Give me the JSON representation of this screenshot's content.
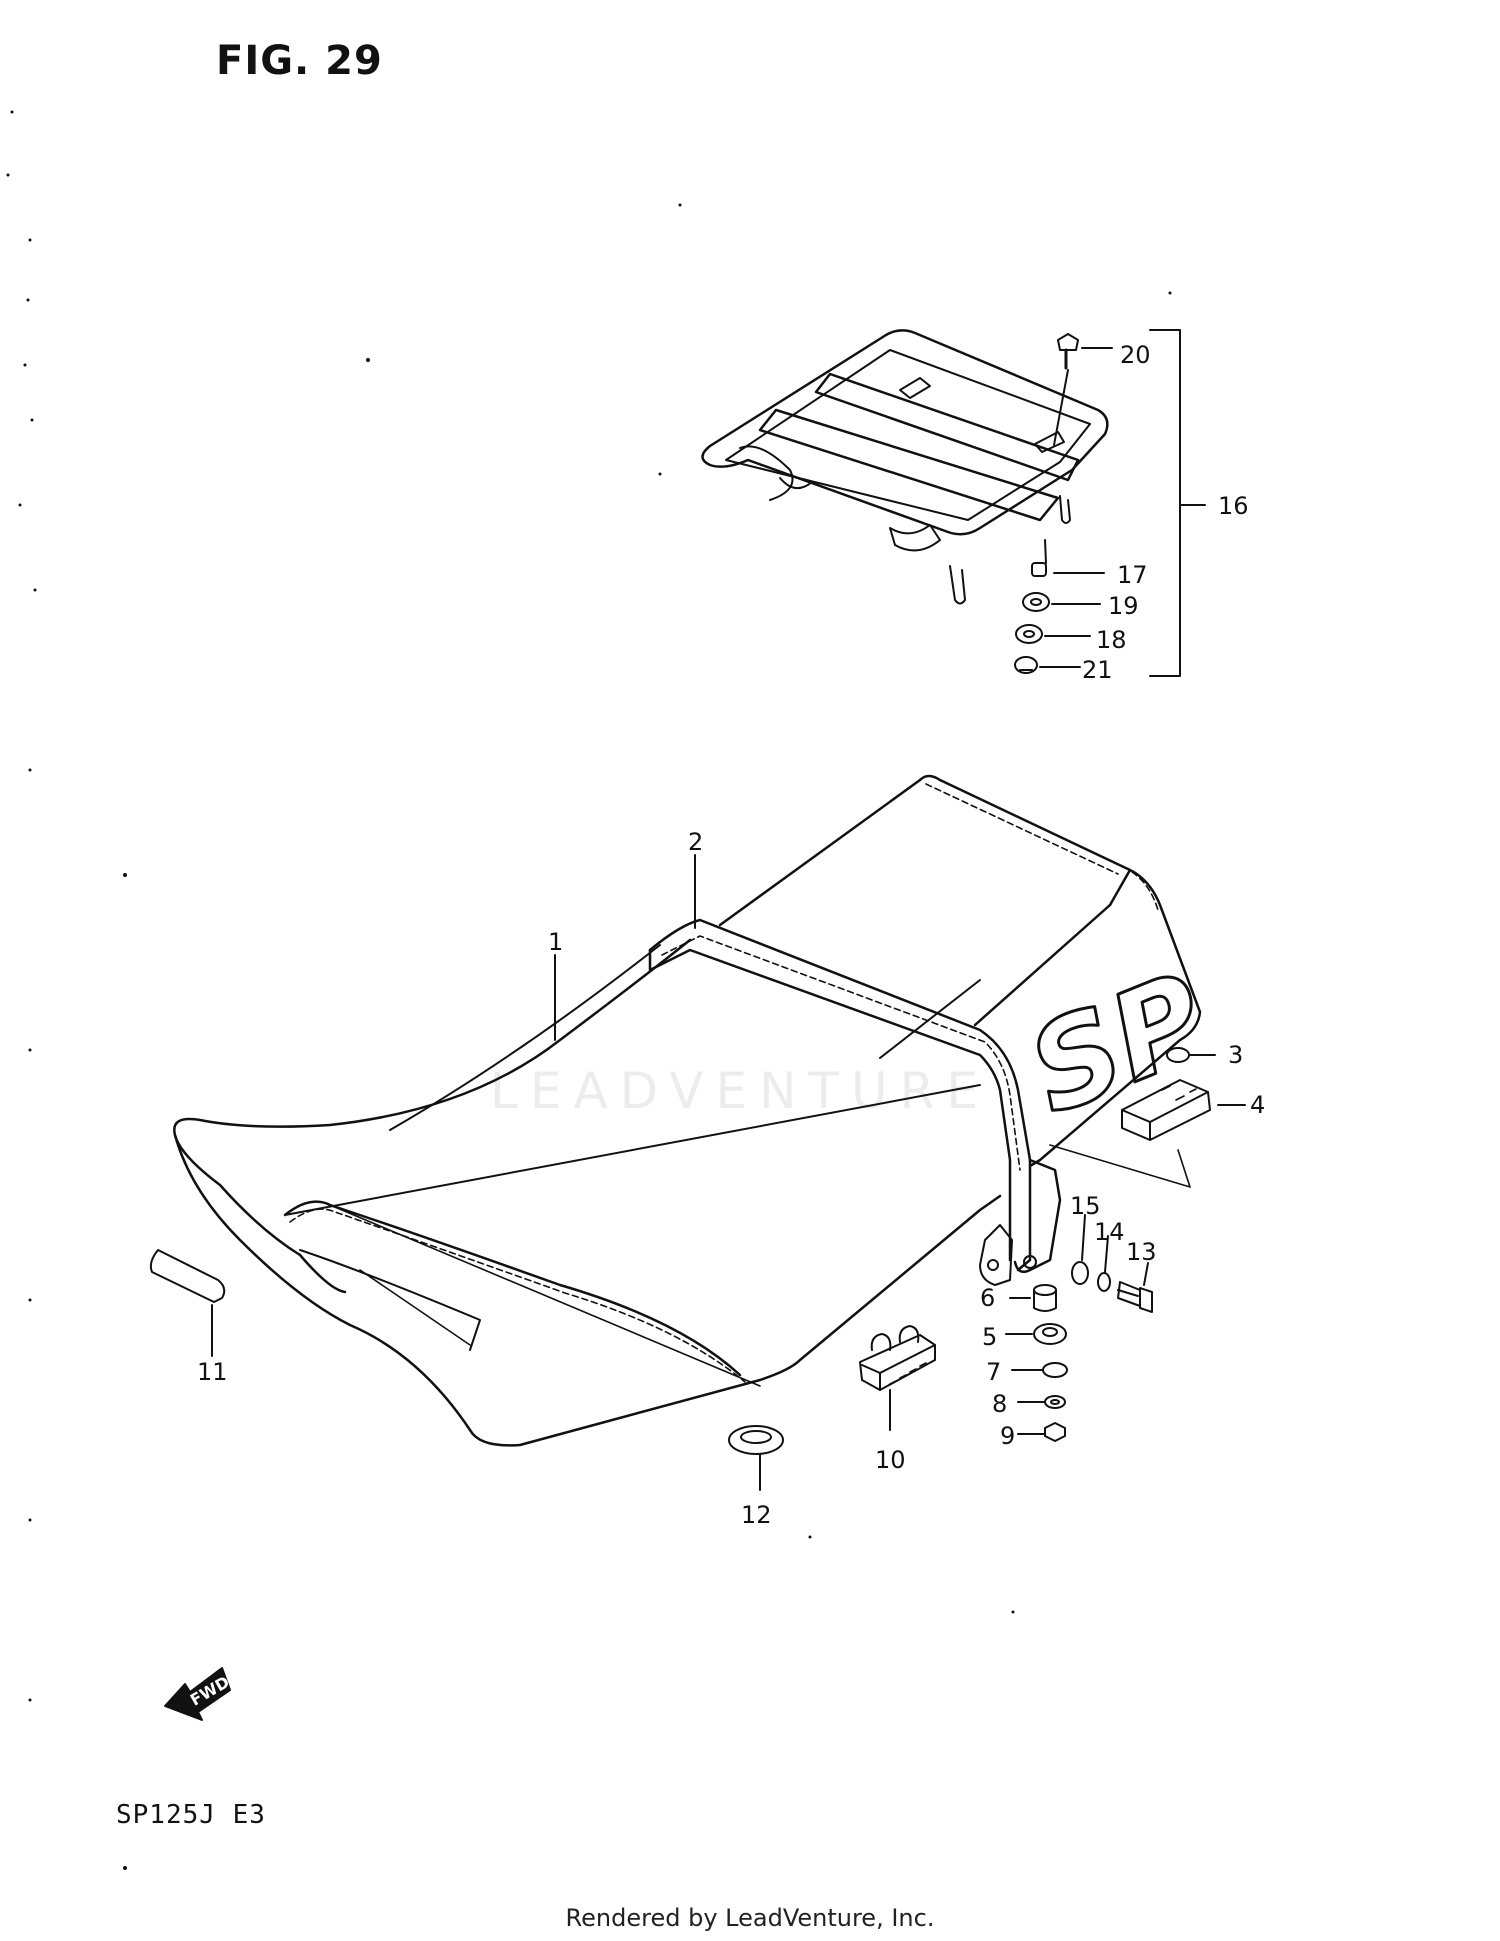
{
  "figure_title": "FIG. 29",
  "model_code": "SP125J E3",
  "footer_text": "Rendered by LeadVenture, Inc.",
  "watermark_text": "LEADVENTURE",
  "seat_logo_text": "SP",
  "fwd_label": "FWD",
  "callouts": [
    "1",
    "2",
    "3",
    "4",
    "5",
    "6",
    "7",
    "8",
    "9",
    "10",
    "11",
    "12",
    "13",
    "14",
    "15",
    "16",
    "17",
    "18",
    "19",
    "20",
    "21"
  ],
  "colors": {
    "ink": "#111111",
    "paper": "#ffffff",
    "watermark": "#c8c8c8"
  }
}
